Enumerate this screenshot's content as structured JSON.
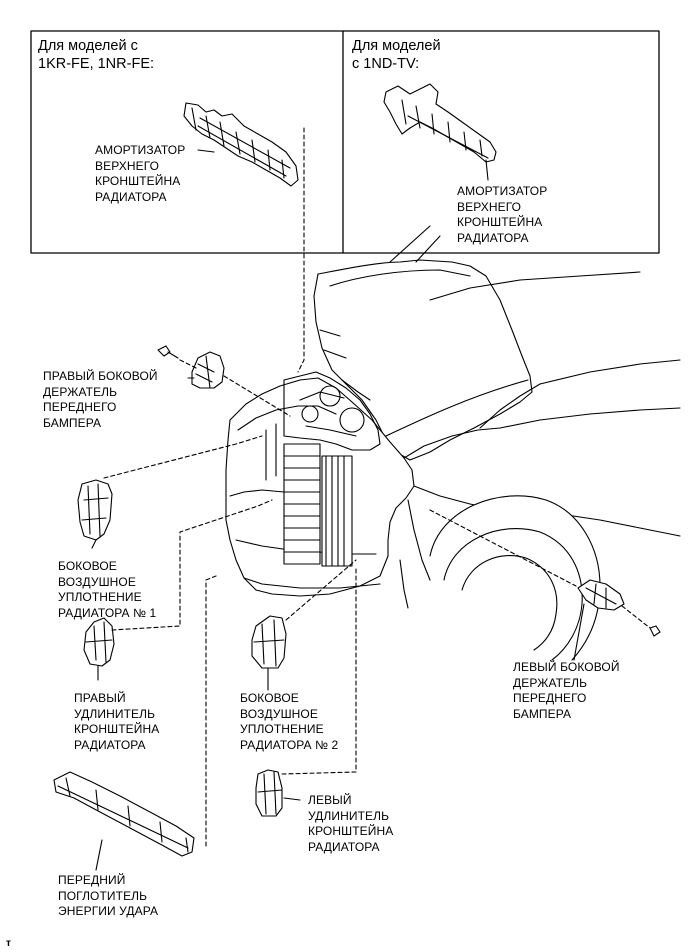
{
  "diagram": {
    "boxes": [
      {
        "header": "Для моделей с\n1KR-FE, 1NR-FE:",
        "label": "АМОРТИЗАТОР\nВЕРХНЕГО\nКРОНШТЕЙНА\nРАДИАТОРА"
      },
      {
        "header": "Для моделей\nс 1ND-TV:",
        "label": "АМОРТИЗАТОР\nВЕРХНЕГО\nКРОНШТЕЙНА\nРАДИАТОРА"
      }
    ],
    "parts": {
      "right_bumper_holder": "ПРАВЫЙ БОКОВОЙ\nДЕРЖАТЕЛЬ\nПЕРЕДНЕГО\nБАМПЕРА",
      "left_bumper_holder": "ЛЕВЫЙ БОКОВОЙ\nДЕРЖАТЕЛЬ\nПЕРЕДНЕГО\nБАМПЕРА",
      "side_seal_1": "БОКОВОЕ\nВОЗДУШНОЕ\nУПЛОТНЕНИЕ\nРАДИАТОРА № 1",
      "side_seal_2": "БОКОВОЕ\nВОЗДУШНОЕ\nУПЛОТНЕНИЕ\nРАДИАТОРА № 2",
      "right_extension": "ПРАВЫЙ\nУДЛИНИТЕЛЬ\nКРОНШТЕЙНА\nРАДИАТОРА",
      "left_extension": "ЛЕВЫЙ\nУДЛИНИТЕЛЬ\nКРОНШТЕЙНА\nРАДИАТОРА",
      "energy_absorber": "ПЕРЕДНИЙ\nПОГЛОТИТЕЛЬ\nЭНЕРГИИ УДАРА"
    },
    "figure_code": "т"
  }
}
